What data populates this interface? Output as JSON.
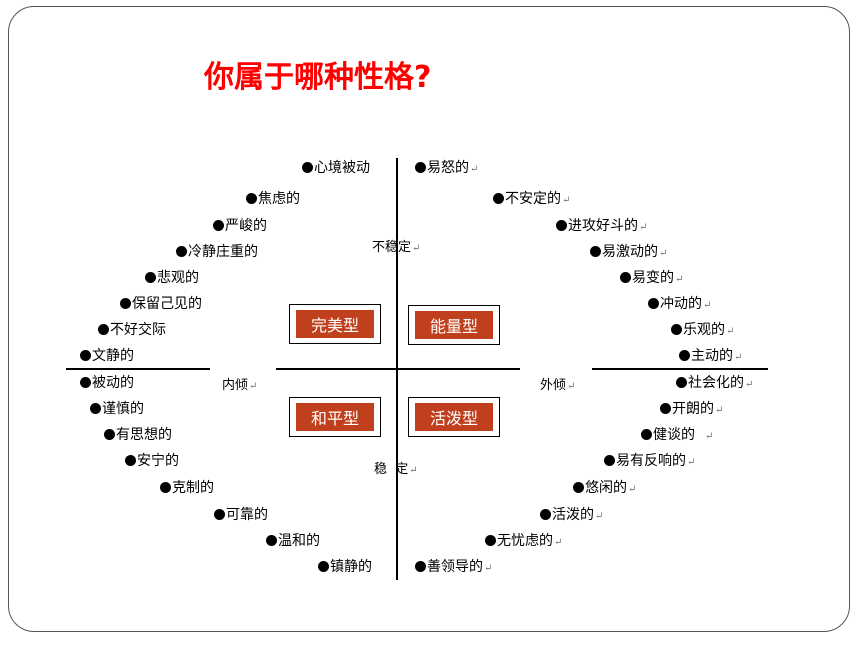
{
  "title": "你属于哪种性格?",
  "axes": {
    "top": "不稳定",
    "bottom": "稳  定",
    "left": "内倾",
    "right": "外倾"
  },
  "quadrants": {
    "top_left": "完美型",
    "top_right": "能量型",
    "bottom_left": "和平型",
    "bottom_right": "活泼型"
  },
  "traits_left": [
    "心境被动",
    "焦虑的",
    "严峻的",
    "冷静庄重的",
    "悲观的",
    "保留己见的",
    "不好交际",
    "文静的",
    "被动的",
    "谨慎的",
    "有思想的",
    "安宁的",
    "克制的",
    "可靠的",
    "温和的",
    "镇静的"
  ],
  "traits_right": [
    "易怒的",
    "不安定的",
    "进攻好斗的",
    "易激动的",
    "易变的",
    "冲动的",
    "乐观的",
    "主动的",
    "社会化的",
    "开朗的",
    "健谈的",
    "易有反响的",
    "悠闲的",
    "活泼的",
    "无忧虑的",
    "善领导的"
  ]
}
